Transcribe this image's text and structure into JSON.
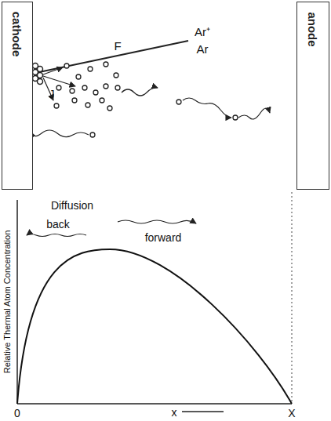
{
  "diagram": {
    "nodes": [
      {
        "text": [
          "cathode"
        ]
      },
      {
        "text": [
          "anode"
        ]
      }
    ],
    "labels": [
      "Ar⁺",
      "Ar",
      "F",
      "J",
      "Diffusion",
      "back",
      "forward",
      "Relative Thermal Atom Concentration",
      "0",
      "x",
      "X"
    ]
  }
}
